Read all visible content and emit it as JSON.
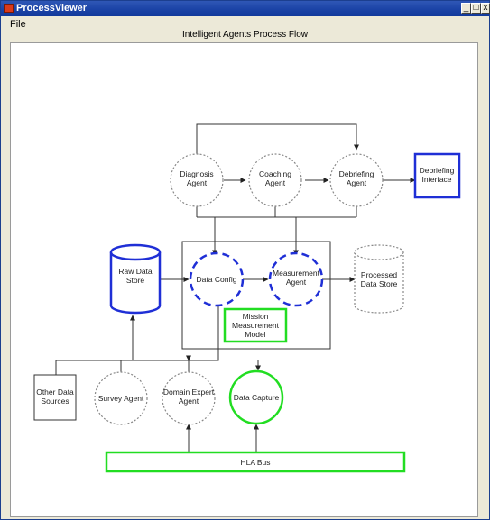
{
  "window": {
    "title": "ProcessViewer",
    "minimize": "_",
    "maximize": "□",
    "close": "x"
  },
  "menu": {
    "file": "File"
  },
  "diagram": {
    "title": "Intelligent Agents Process Flow",
    "nodes": {
      "diagnosis_agent": [
        "Diagnosis",
        "Agent"
      ],
      "coaching_agent": [
        "Coaching",
        "Agent"
      ],
      "debriefing_agent": [
        "Debriefing",
        "Agent"
      ],
      "debriefing_interface": [
        "Debriefing",
        "Interface"
      ],
      "raw_data_store": [
        "Raw Data",
        "Store"
      ],
      "data_config": [
        "Data Config"
      ],
      "measurement_agent": [
        "Measurement",
        "Agent"
      ],
      "processed_data_store": [
        "Processed",
        "Data Store"
      ],
      "mission_measurement_model": [
        "Mission",
        "Measurement",
        "Model"
      ],
      "other_data_sources": [
        "Other Data",
        "Sources"
      ],
      "survey_agent": [
        "Survey Agent"
      ],
      "domain_expert_agent": [
        "Domain Expert",
        "Agent"
      ],
      "data_capture": [
        "Data Capture"
      ],
      "hla_bus": [
        "HLA Bus"
      ]
    },
    "colors": {
      "highlight_blue": "#1f2fd6",
      "highlight_green": "#22dd22",
      "dotted_gray": "#888888",
      "line": "#333333"
    }
  }
}
